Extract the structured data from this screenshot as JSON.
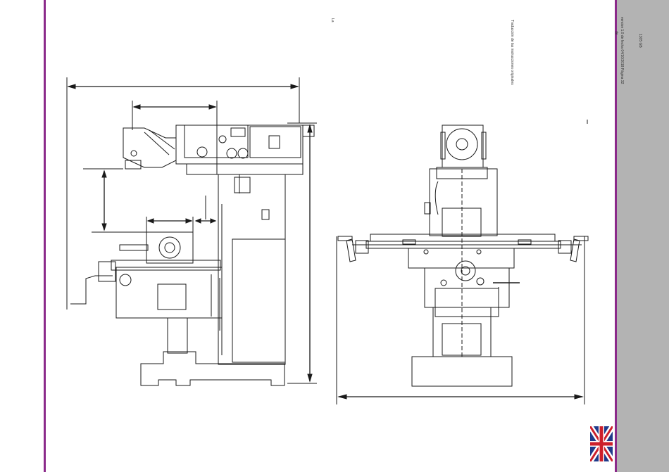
{
  "header": {
    "doc_code": "1305 GB",
    "version_text": "version 1.0 de fecha 04/10/2018 Página 32",
    "version_tail": "de",
    "translation_note": "Traducción de las instrucciones originales",
    "page_fragment": "La"
  },
  "colors": {
    "accent_rule": "#8b2a8a",
    "sidebar": "#b3b3b3",
    "line": "#1a1a1a"
  },
  "icons": {
    "language": "uk-flag-icon"
  }
}
